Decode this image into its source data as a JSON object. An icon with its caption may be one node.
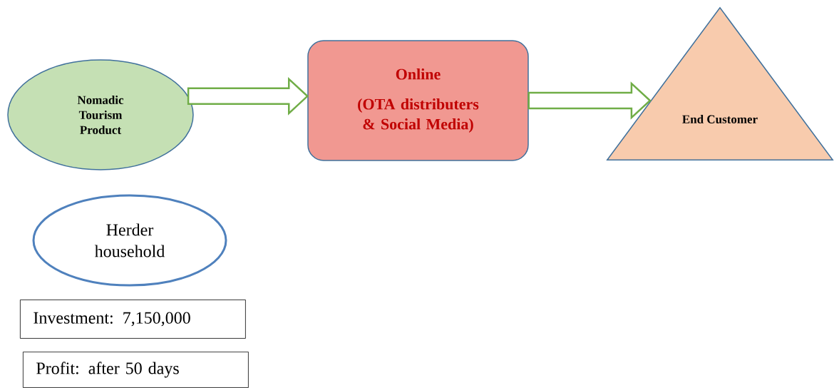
{
  "diagram": {
    "nodes": [
      {
        "text": [
          "Nomadic Tourism Product"
        ]
      },
      {
        "text": [
          "Online",
          "(OTA distributers & Social Media)"
        ]
      },
      {
        "text": [
          "End Customer"
        ]
      },
      {
        "text": [
          "Herder household"
        ]
      },
      {
        "text": [
          "Investment: 7,150,000"
        ]
      },
      {
        "text": [
          "Profit: after 50 days"
        ]
      }
    ],
    "edges": [
      {
        "from": 0,
        "to": 1,
        "arrow": "to"
      },
      {
        "from": 1,
        "to": 2,
        "arrow": "to"
      }
    ]
  }
}
